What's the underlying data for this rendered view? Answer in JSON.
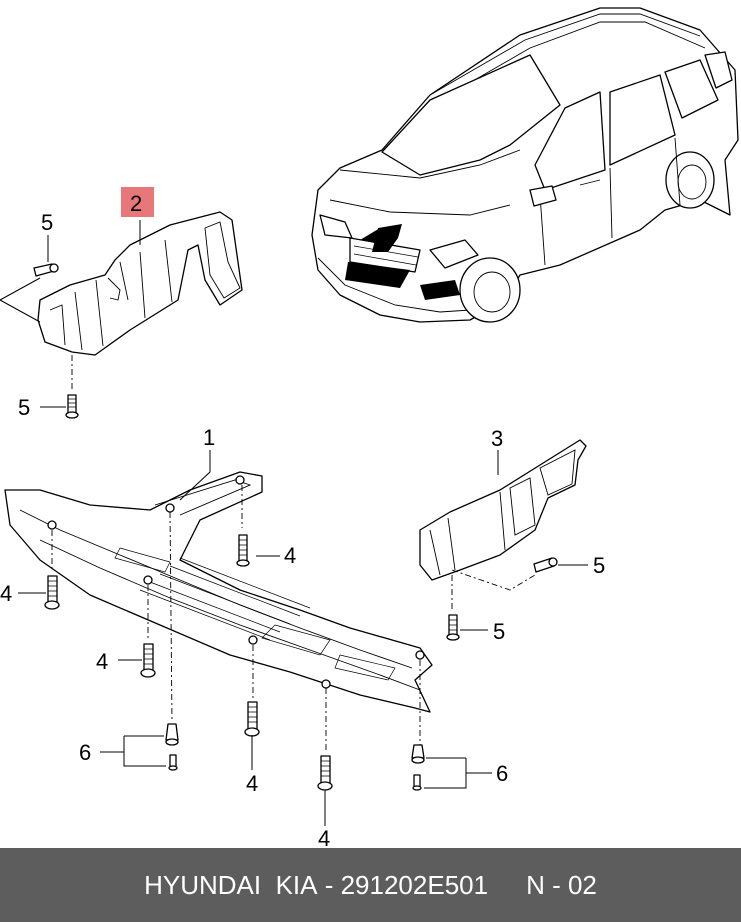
{
  "callouts": {
    "c1": "1",
    "c2": "2",
    "c3": "3",
    "c4a": "4",
    "c4b": "4",
    "c4c": "4",
    "c4d": "4",
    "c4e": "4",
    "c5a": "5",
    "c5b": "5",
    "c5c": "5",
    "c5d": "5",
    "c6a": "6",
    "c6b": "6"
  },
  "highlight_color": "#e8777a",
  "footer": {
    "brand": "HYUNDAI  KIA",
    "separator": " - ",
    "part_number": "291202E501",
    "page_code": "N - 02"
  }
}
